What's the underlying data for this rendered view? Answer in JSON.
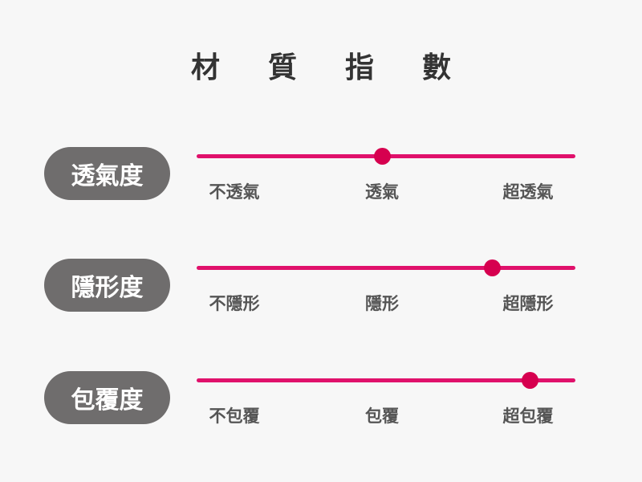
{
  "title": [
    "材",
    "質",
    "指",
    "數"
  ],
  "colors": {
    "accent": "#e0116b",
    "knob": "#d6004f",
    "pill": "#6f6d6d"
  },
  "rows": [
    {
      "name": "透氣度",
      "level": 0.49,
      "labels": [
        "不透氣",
        "透氣",
        "超透氣"
      ]
    },
    {
      "name": "隱形度",
      "level": 0.78,
      "labels": [
        "不隱形",
        "隱形",
        "超隱形"
      ]
    },
    {
      "name": "包覆度",
      "level": 0.88,
      "labels": [
        "不包覆",
        "包覆",
        "超包覆"
      ]
    }
  ]
}
